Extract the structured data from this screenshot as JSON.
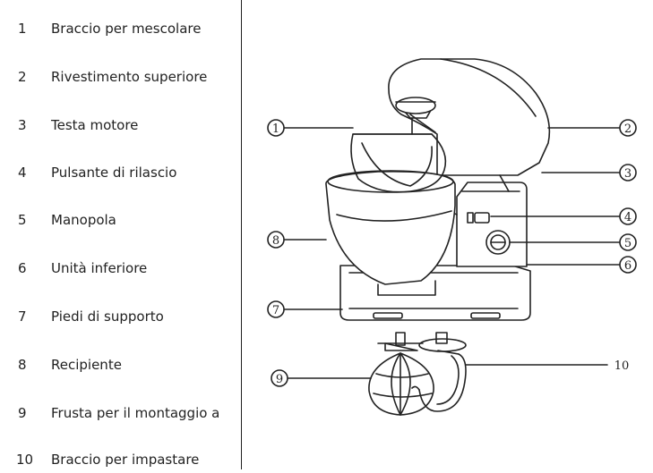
{
  "parts": [
    {
      "number": "1",
      "label": "Braccio per mescolare"
    },
    {
      "number": "2",
      "label": "Rivestimento superiore"
    },
    {
      "number": "3",
      "label": "Testa motore"
    },
    {
      "number": "4",
      "label": "Pulsante di rilascio"
    },
    {
      "number": "5",
      "label": "Manopola"
    },
    {
      "number": "6",
      "label": "Unità inferiore"
    },
    {
      "number": "7",
      "label": "Piedi di supporto"
    },
    {
      "number": "8",
      "label": "Recipiente"
    },
    {
      "number": "9",
      "label": "Frusta per il montaggio a"
    },
    {
      "number": "10",
      "label": "Braccio per impastare"
    }
  ],
  "callouts": [
    "1",
    "2",
    "3",
    "4",
    "5",
    "6",
    "7",
    "8",
    "9",
    "10"
  ],
  "colors": {
    "line": "#222222",
    "fill": "#ffffff"
  }
}
